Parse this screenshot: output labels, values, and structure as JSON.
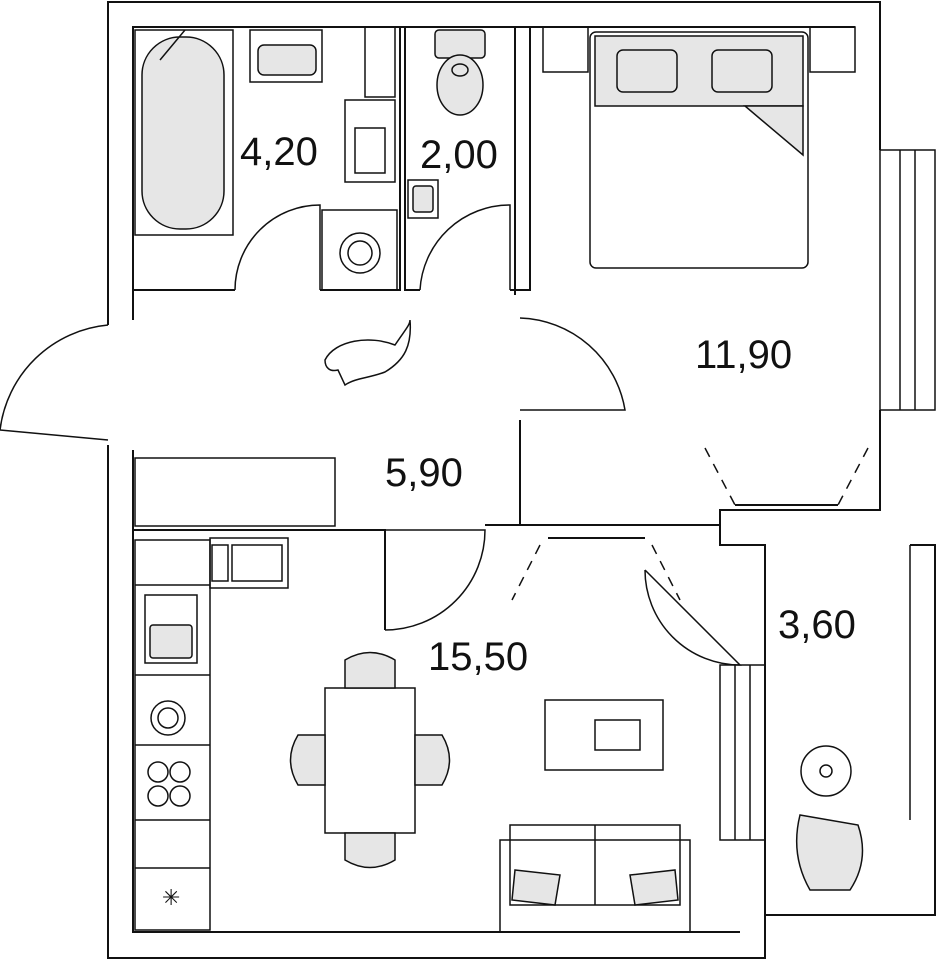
{
  "plan": {
    "rooms": [
      {
        "name": "bathroom",
        "area": "4,20"
      },
      {
        "name": "toilet",
        "area": "2,00"
      },
      {
        "name": "bedroom",
        "area": "11,90"
      },
      {
        "name": "hallway",
        "area": "5,90"
      },
      {
        "name": "kitchen-living",
        "area": "15,50"
      },
      {
        "name": "balcony",
        "area": "3,60"
      }
    ]
  }
}
